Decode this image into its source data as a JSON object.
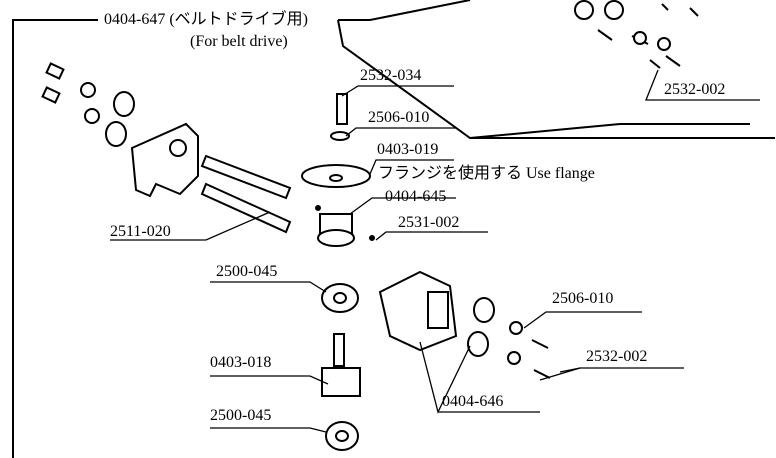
{
  "assembly": {
    "title": "0404-647 (ベルトドライブ用)",
    "subtitle": "(For belt drive)"
  },
  "parts": [
    {
      "id": "top_right_2532_002",
      "label": "2532-002"
    },
    {
      "id": "screw_top",
      "label": "2532-034"
    },
    {
      "id": "washer_top",
      "label": "2506-010"
    },
    {
      "id": "flange",
      "label": "0403-019"
    },
    {
      "id": "flange_note",
      "label": "フランジを使用する Use flange"
    },
    {
      "id": "pulley",
      "label": "0404-645"
    },
    {
      "id": "shafts",
      "label": "2511-020"
    },
    {
      "id": "setscrew",
      "label": "2531-002"
    },
    {
      "id": "bearing_top",
      "label": "2500-045"
    },
    {
      "id": "washer_right",
      "label": "2506-010"
    },
    {
      "id": "screw_right",
      "label": "2532-002"
    },
    {
      "id": "gear",
      "label": "0403-018"
    },
    {
      "id": "housing",
      "label": "0404-646"
    },
    {
      "id": "bearing_bottom",
      "label": "2500-045"
    }
  ]
}
